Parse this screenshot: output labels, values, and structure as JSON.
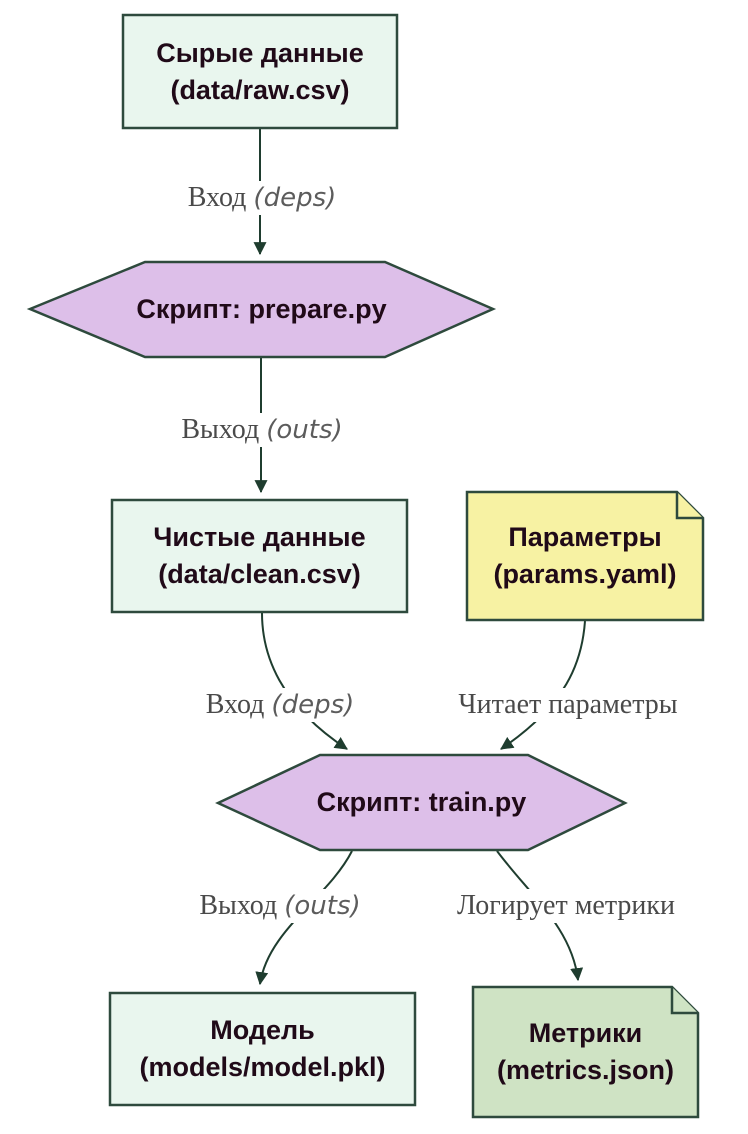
{
  "diagram": {
    "title": "DVC pipeline flowchart",
    "background": "#ffffff",
    "colors": {
      "node_border": "#2e4a3d",
      "arrow": "#1f3d2f",
      "data_node_fill": "#e9f6ee",
      "script_node_fill": "#ddbfe9",
      "params_note_fill": "#f7f2a3",
      "metrics_note_fill": "#cfe3c4",
      "node_text": "#200a18",
      "edge_label_text": "#4a4a4a"
    },
    "nodes": [
      {
        "id": "raw",
        "shape": "rectangle",
        "line1": "Сырые данные",
        "line2": "(data/raw.csv)"
      },
      {
        "id": "prepare",
        "shape": "hexagon",
        "line1": "Скрипт: prepare.py",
        "line2": ""
      },
      {
        "id": "clean",
        "shape": "rectangle",
        "line1": "Чистые данные",
        "line2": "(data/clean.csv)"
      },
      {
        "id": "params",
        "shape": "note",
        "line1": "Параметры",
        "line2": "(params.yaml)"
      },
      {
        "id": "train",
        "shape": "hexagon",
        "line1": "Скрипт: train.py",
        "line2": ""
      },
      {
        "id": "model",
        "shape": "rectangle",
        "line1": "Модель",
        "line2": "(models/model.pkl)"
      },
      {
        "id": "metrics",
        "shape": "note",
        "line1": "Метрики",
        "line2": "(metrics.json)"
      }
    ],
    "edges": [
      {
        "from": "raw",
        "to": "prepare",
        "text": "Вход",
        "italic": "(deps)"
      },
      {
        "from": "prepare",
        "to": "clean",
        "text": "Выход",
        "italic": "(outs)"
      },
      {
        "from": "clean",
        "to": "train",
        "text": "Вход",
        "italic": "(deps)"
      },
      {
        "from": "params",
        "to": "train",
        "text": "Читает параметры",
        "italic": ""
      },
      {
        "from": "train",
        "to": "model",
        "text": "Выход",
        "italic": "(outs)"
      },
      {
        "from": "train",
        "to": "metrics",
        "text": "Логирует метрики",
        "italic": ""
      }
    ]
  }
}
